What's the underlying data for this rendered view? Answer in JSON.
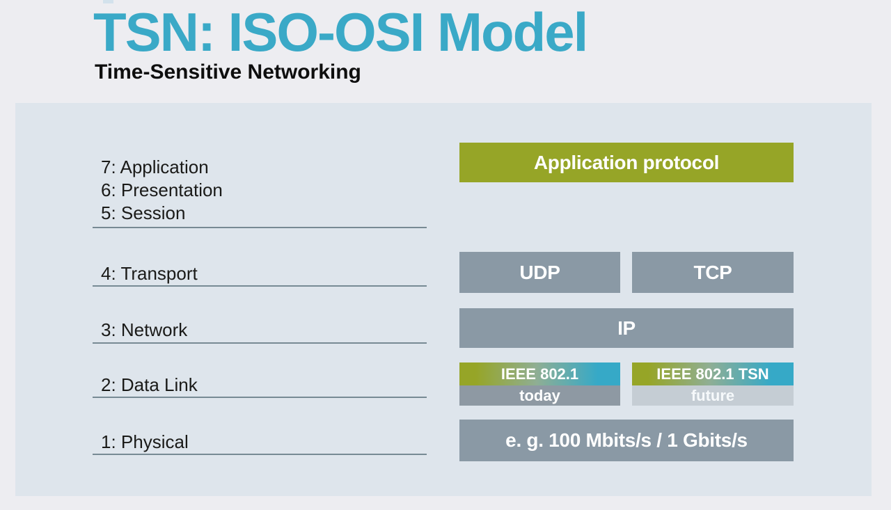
{
  "slide": {
    "title": "TSN: ISO-OSI Model",
    "subtitle": "Time-Sensitive Networking"
  },
  "osi_layers": [
    {
      "label": "7: Application"
    },
    {
      "label": "6: Presentation"
    },
    {
      "label": "5: Session"
    },
    {
      "label": "4: Transport"
    },
    {
      "label": "3: Network"
    },
    {
      "label": "2: Data Link"
    },
    {
      "label": "1: Physical"
    }
  ],
  "protocol_stack": {
    "application": {
      "label": "Application protocol"
    },
    "transport": {
      "udp": "UDP",
      "tcp": "TCP"
    },
    "network": {
      "label": "IP"
    },
    "data_link": {
      "today": {
        "header": "IEEE 802.1",
        "caption": "today"
      },
      "future": {
        "header": "IEEE 802.1 TSN",
        "caption": "future"
      }
    },
    "physical": {
      "label": "e. g. 100 Mbits/s / 1 Gbits/s"
    }
  },
  "colors": {
    "title_teal": "#3AA9C7",
    "box_green": "#96A527",
    "box_gray": "#8A99A5",
    "box_light_gray": "#C5CDD4",
    "gradient_start_green": "#96A527",
    "gradient_end_teal": "#36A9C7",
    "panel_background": "#DEE5EC",
    "page_background": "#EDEDF1",
    "divider_gray": "#778A94"
  }
}
